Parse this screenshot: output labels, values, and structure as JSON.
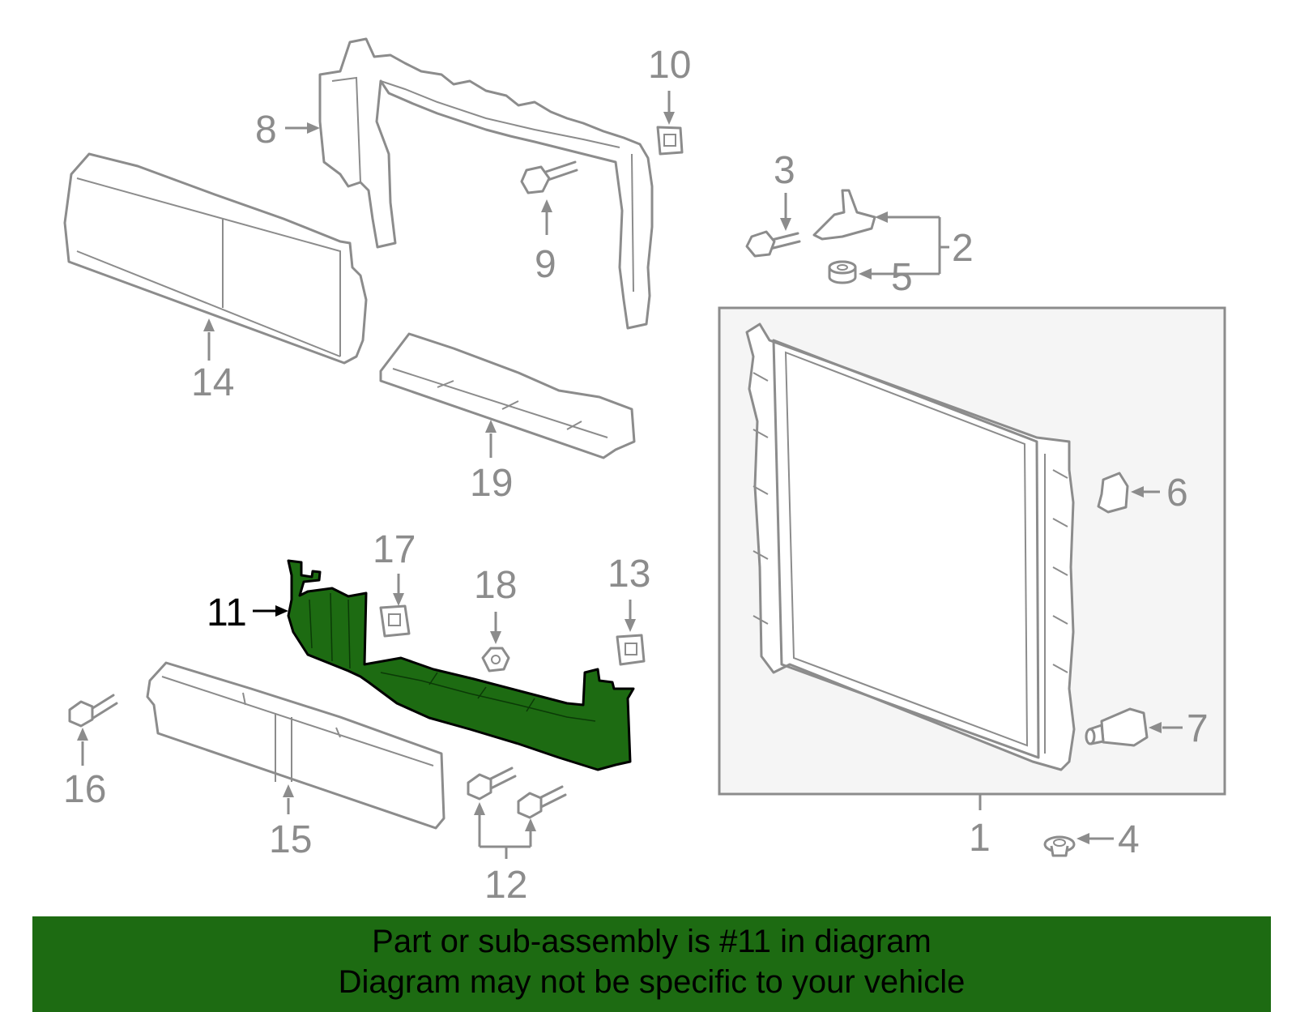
{
  "callouts": {
    "p1": "1",
    "p2": "2",
    "p3": "3",
    "p4": "4",
    "p5": "5",
    "p6": "6",
    "p7": "7",
    "p8": "8",
    "p9": "9",
    "p10": "10",
    "p11": "11",
    "p12": "12",
    "p13": "13",
    "p14": "14",
    "p15": "15",
    "p16": "16",
    "p17": "17",
    "p18": "18",
    "p19": "19"
  },
  "highlighted_part": "11",
  "colors": {
    "highlight": "#1d6b12",
    "line_art": "#8c8c8c",
    "banner_background": "#1d6b12",
    "banner_text": "#000000"
  },
  "banner": {
    "line1": "Part or sub-assembly is #11 in diagram",
    "line2": "Diagram may not be specific to your vehicle"
  }
}
